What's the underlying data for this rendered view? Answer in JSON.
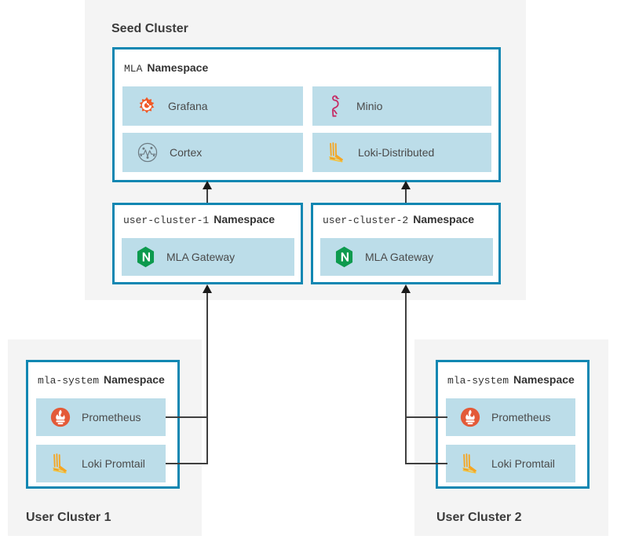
{
  "colors": {
    "cluster_bg": "#f4f4f4",
    "namespace_border": "#1187b2",
    "service_bg": "#bcdde9",
    "connector": "#3f3f3f",
    "text": "#3b3b3b",
    "grafana_orange": "#f05a28",
    "minio_pink": "#c62a64",
    "cortex_gray": "#6d7b83",
    "loki_yellow": "#f5a623",
    "nginx_green": "#0d9a4e",
    "prometheus_red": "#e35a38"
  },
  "seed_cluster": {
    "title": "Seed Cluster",
    "mla_namespace": {
      "name": "MLA",
      "word": "Namespace",
      "services": [
        {
          "label": "Grafana",
          "icon": "grafana-icon"
        },
        {
          "label": "Minio",
          "icon": "minio-flamingo-icon"
        },
        {
          "label": "Cortex",
          "icon": "cortex-icon"
        },
        {
          "label": "Loki-Distributed",
          "icon": "loki-icon"
        }
      ]
    },
    "user_namespaces": [
      {
        "name": "user-cluster-1",
        "word": "Namespace",
        "services": [
          {
            "label": "MLA Gateway",
            "icon": "nginx-icon"
          }
        ]
      },
      {
        "name": "user-cluster-2",
        "word": "Namespace",
        "services": [
          {
            "label": "MLA Gateway",
            "icon": "nginx-icon"
          }
        ]
      }
    ]
  },
  "user_clusters": [
    {
      "title": "User Cluster 1",
      "namespace": {
        "name": "mla-system",
        "word": "Namespace",
        "services": [
          {
            "label": "Prometheus",
            "icon": "prometheus-icon"
          },
          {
            "label": "Loki Promtail",
            "icon": "loki-icon"
          }
        ]
      }
    },
    {
      "title": "User Cluster 2",
      "namespace": {
        "name": "mla-system",
        "word": "Namespace",
        "services": [
          {
            "label": "Prometheus",
            "icon": "prometheus-icon"
          },
          {
            "label": "Loki Promtail",
            "icon": "loki-icon"
          }
        ]
      }
    }
  ]
}
